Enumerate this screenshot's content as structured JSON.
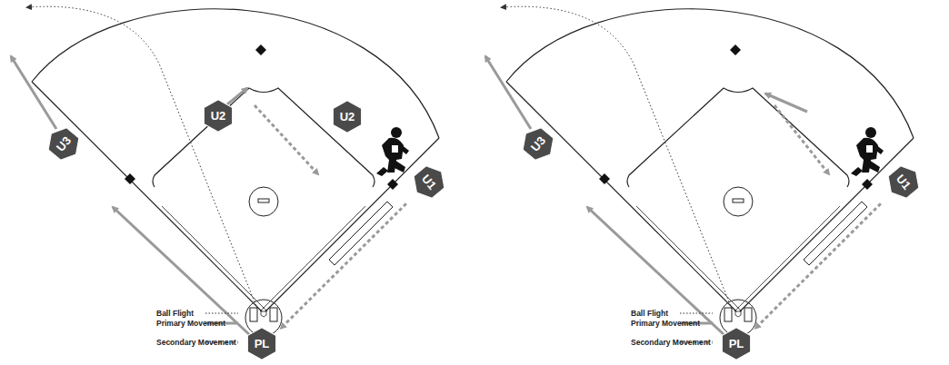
{
  "diagram": {
    "nodes": [
      {
        "text": [
          "U2"
        ]
      },
      {
        "text": [
          "U3"
        ]
      },
      {
        "text": [
          "U1"
        ]
      },
      {
        "text": [
          "PL"
        ]
      },
      {
        "text": [
          "U2"
        ]
      },
      {
        "text": [
          "U3"
        ]
      },
      {
        "text": [
          "U1"
        ]
      },
      {
        "text": [
          "PL"
        ]
      }
    ],
    "edges": [
      {
        "from": 2,
        "to": 3,
        "arrow": "to"
      },
      {
        "from": 6,
        "to": 7,
        "arrow": "to"
      }
    ],
    "legend": [
      {
        "text": "Ball Flight"
      },
      {
        "text": "Primary Movement"
      },
      {
        "text": "Secondary Movement"
      },
      {
        "text": "Ball Flight"
      },
      {
        "text": "Primary Movement"
      },
      {
        "text": "Secondary Movement"
      }
    ]
  }
}
